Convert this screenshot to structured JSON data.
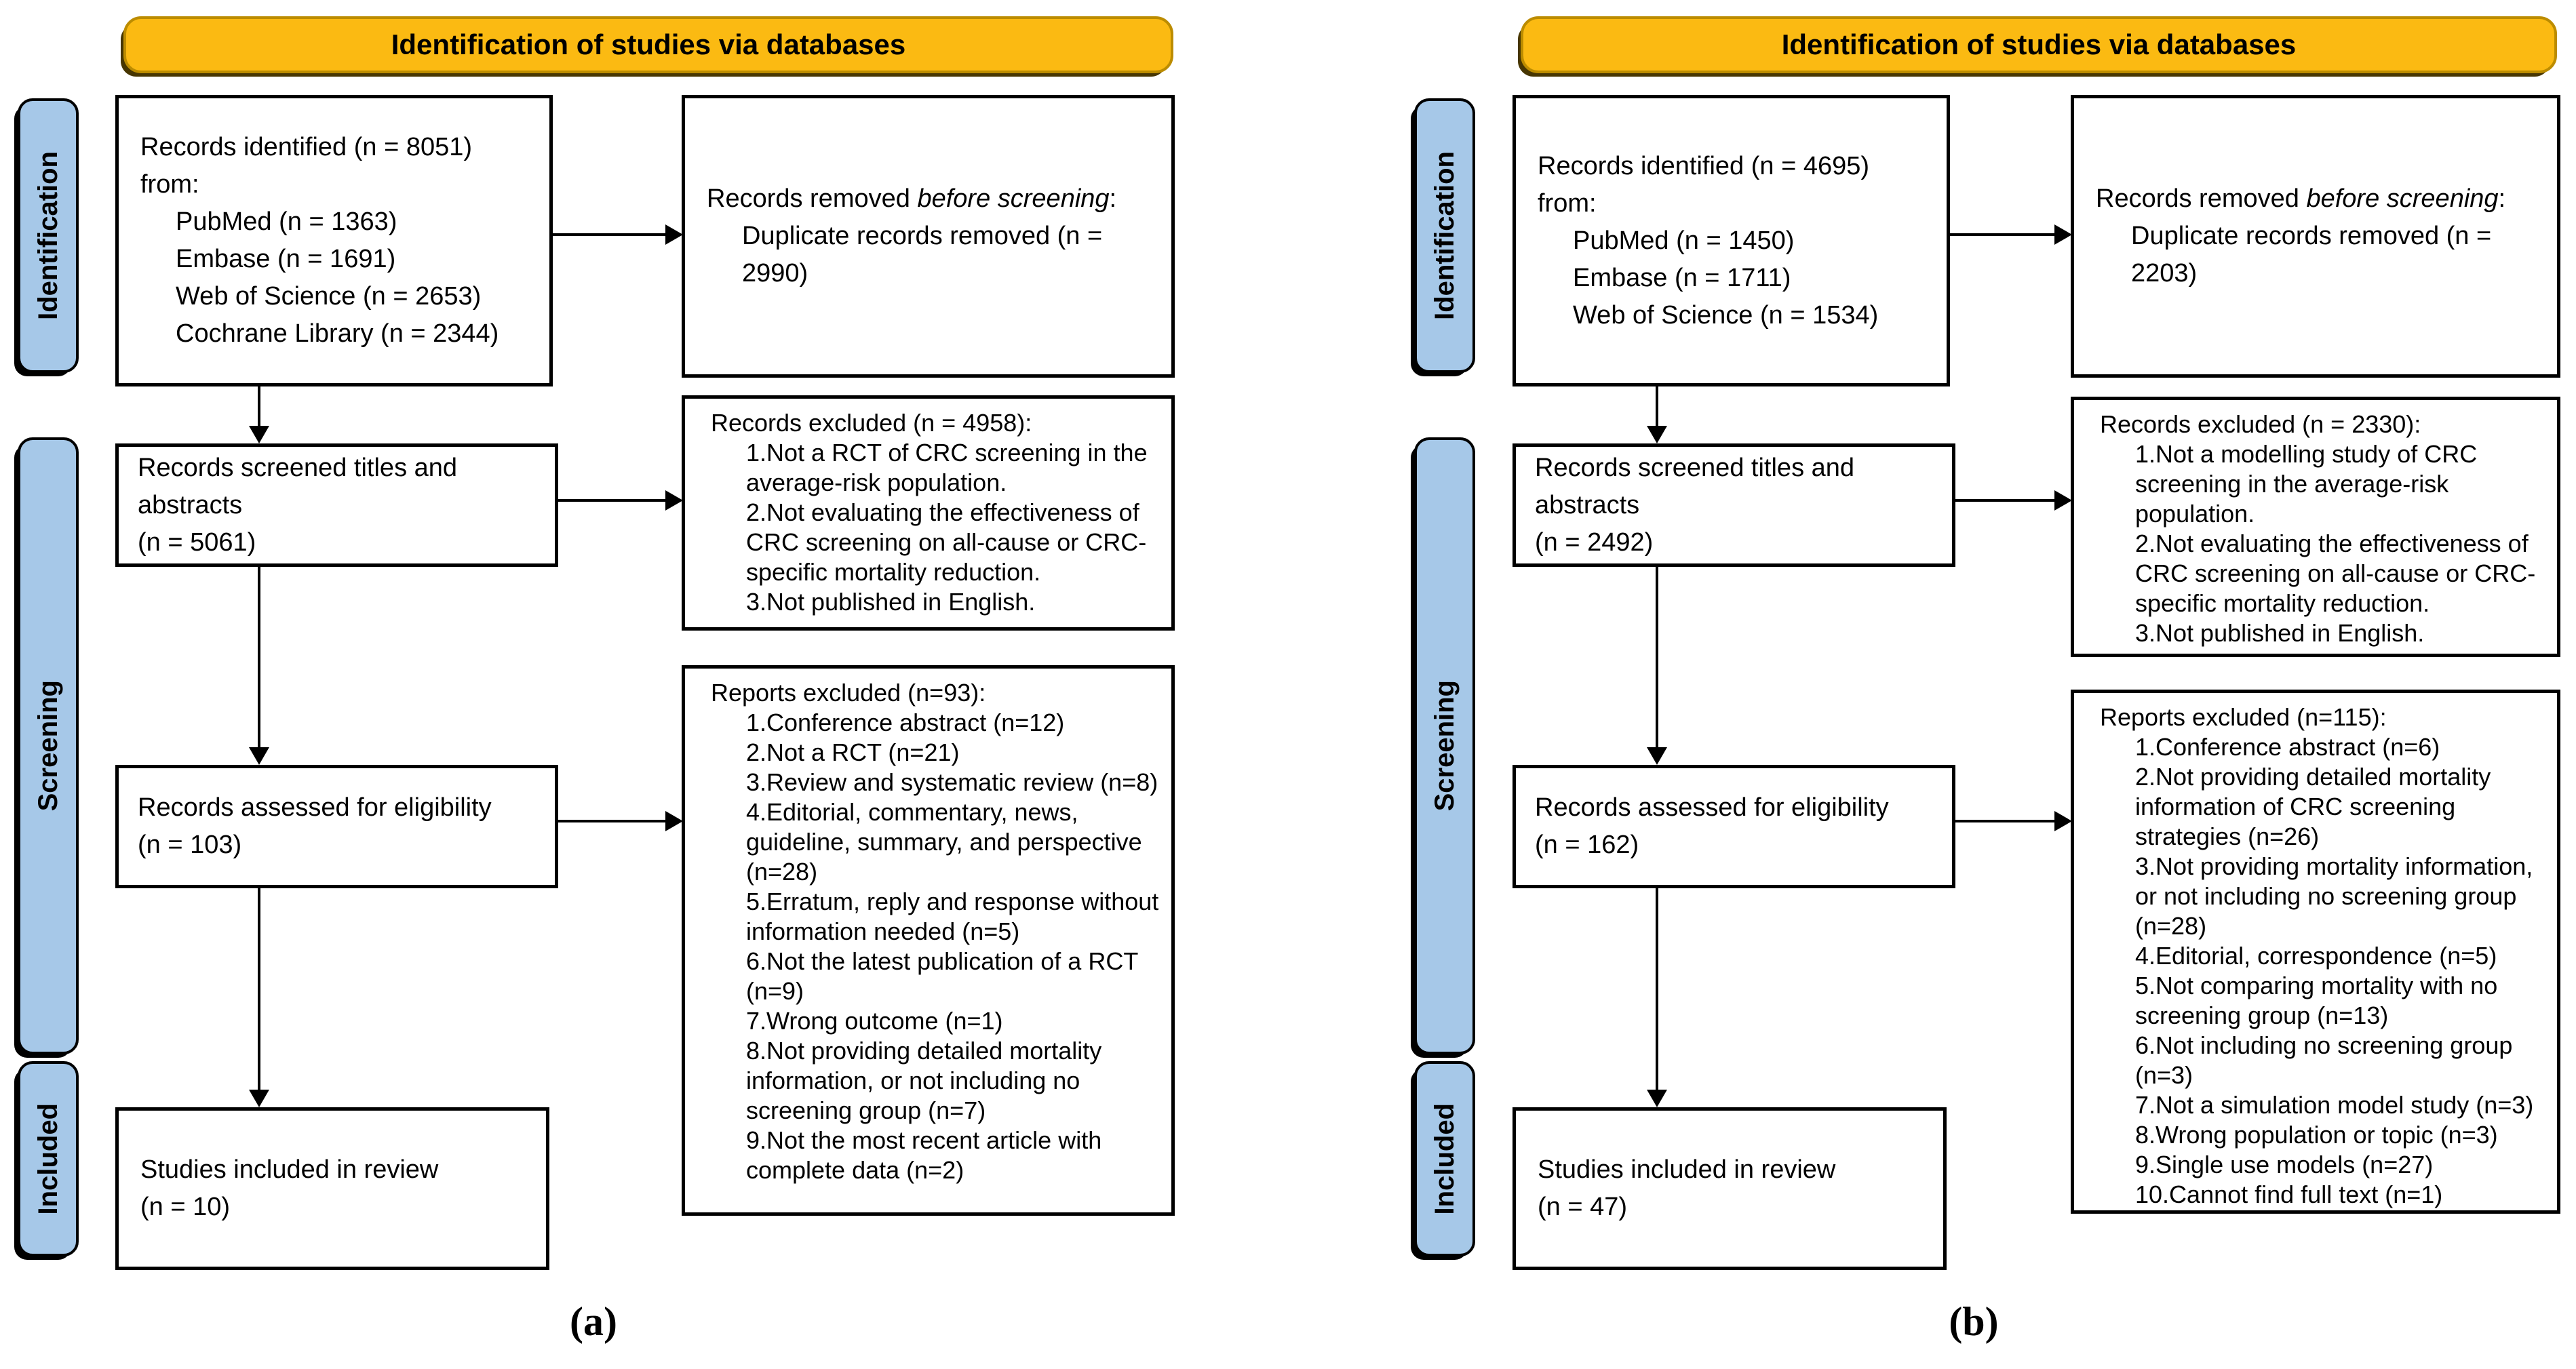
{
  "colors": {
    "banner_fill": "#FBBA12",
    "banner_border": "#BC8C00",
    "stage_fill": "#A6C8E8",
    "box_border": "#000000"
  },
  "panels": [
    {
      "label": "(a)",
      "banner": "Identification of studies via databases",
      "stages": {
        "identification": "Identification",
        "screening": "Screening",
        "included": "Included"
      },
      "records_identified": {
        "line1": "Records identified (n = 8051)",
        "line2": "from:",
        "sources": [
          "PubMed (n = 1363)",
          "Embase (n = 1691)",
          "Web of Science (n = 2653)",
          "Cochrane Library (n = 2344)"
        ]
      },
      "records_removed": {
        "title_prefix": "Records removed ",
        "title_italic": "before screening",
        "title_suffix": ":",
        "items": [
          "Duplicate records removed  (n = 2990)"
        ]
      },
      "records_screened": {
        "label": "Records screened titles and abstracts",
        "count": "(n = 5061)"
      },
      "records_excluded": {
        "title": "Records excluded (n = 4958):",
        "items": [
          "1.Not a RCT of CRC screening in the average-risk population.",
          "2.Not evaluating the effectiveness of CRC screening on all-cause or CRC-specific mortality reduction.",
          "3.Not published in English."
        ]
      },
      "records_assessed": {
        "label": "Records assessed for eligibility",
        "count": "(n = 103)"
      },
      "reports_excluded": {
        "title": "Reports excluded (n=93):",
        "items": [
          "1.Conference abstract (n=12)",
          "2.Not a RCT (n=21)",
          "3.Review and systematic review (n=8)",
          "4.Editorial, commentary, news, guideline, summary, and perspective (n=28)",
          "5.Erratum, reply and response without information needed (n=5)",
          "6.Not the latest publication of a RCT (n=9)",
          "7.Wrong outcome (n=1)",
          "8.Not providing detailed mortality information, or not including no screening group (n=7)",
          "9.Not the most recent article with complete data (n=2)"
        ]
      },
      "studies_included": {
        "label": "Studies included in review",
        "count": "(n = 10)"
      }
    },
    {
      "label": "(b)",
      "banner": "Identification of studies via databases",
      "stages": {
        "identification": "Identification",
        "screening": "Screening",
        "included": "Included"
      },
      "records_identified": {
        "line1": "Records identified (n = 4695)",
        "line2": "from:",
        "sources": [
          "PubMed (n = 1450)",
          "Embase (n = 1711)",
          "Web of Science (n = 1534)"
        ]
      },
      "records_removed": {
        "title_prefix": "Records removed ",
        "title_italic": "before screening",
        "title_suffix": ":",
        "items": [
          "Duplicate records removed  (n = 2203)"
        ]
      },
      "records_screened": {
        "label": "Records screened titles and abstracts",
        "count": "(n = 2492)"
      },
      "records_excluded": {
        "title": "Records excluded (n = 2330):",
        "items": [
          "1.Not a modelling study of CRC screening in the average-risk population.",
          "2.Not evaluating the effectiveness of CRC screening on all-cause or CRC-specific mortality reduction.",
          "3.Not published in English."
        ]
      },
      "records_assessed": {
        "label": "Records assessed for eligibility",
        "count": "(n = 162)"
      },
      "reports_excluded": {
        "title": "Reports excluded (n=115):",
        "items": [
          "1.Conference abstract (n=6)",
          "2.Not providing detailed mortality information of CRC screening strategies (n=26)",
          "3.Not providing mortality information, or not including no screening group (n=28)",
          "4.Editorial, correspondence (n=5)",
          "5.Not comparing mortality with no screening group (n=13)",
          "6.Not including no screening group (n=3)",
          "7.Not a simulation model study (n=3)",
          "8.Wrong population or topic (n=3)",
          "9.Single use models (n=27)",
          "10.Cannot find full text (n=1)"
        ]
      },
      "studies_included": {
        "label": "Studies included in review",
        "count": "(n = 47)"
      }
    }
  ]
}
